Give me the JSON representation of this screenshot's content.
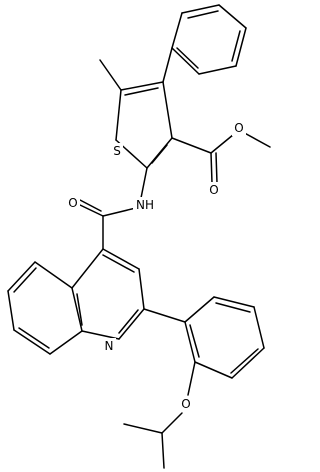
{
  "diagram": {
    "type": "chemical-structure",
    "atom_labels": {
      "sulfur": "S",
      "amide_nh": "NH",
      "amide_o": "O",
      "ester_o_carbonyl": "O",
      "ester_o_methoxy": "O",
      "quinoline_n": "N",
      "ether_o": "O"
    },
    "colors": {
      "bond": "#000000",
      "background": "#ffffff"
    }
  }
}
